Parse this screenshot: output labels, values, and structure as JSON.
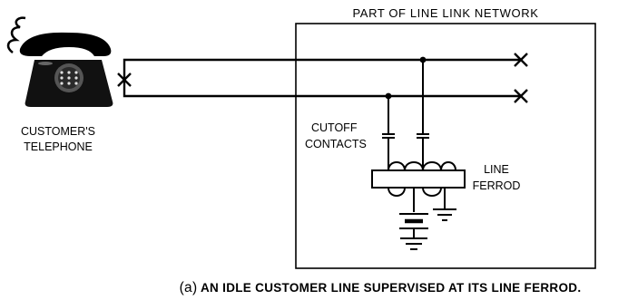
{
  "network_box": {
    "title": "PART OF LINE LINK NETWORK"
  },
  "telephone": {
    "label_line1": "CUSTOMER'S",
    "label_line2": "TELEPHONE"
  },
  "cutoff": {
    "label_line1": "CUTOFF",
    "label_line2": "CONTACTS"
  },
  "ferrod": {
    "label_line1": "LINE",
    "label_line2": "FERROD"
  },
  "caption": {
    "prefix": "(a)",
    "text": "AN IDLE CUSTOMER LINE SUPERVISED AT ITS LINE FERROD."
  },
  "icons": [
    "telephone-icon",
    "battery-icon",
    "ground-icon",
    "cross-mark-icon"
  ]
}
